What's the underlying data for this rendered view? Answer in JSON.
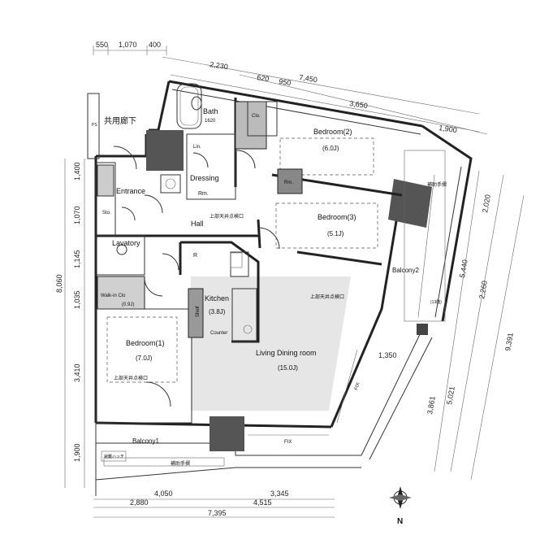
{
  "dimensions": {
    "top_row": [
      "550",
      "1,070",
      "400"
    ],
    "top_diagonal_1": [
      "2,230",
      "7,450"
    ],
    "top_diagonal_2": [
      "620",
      "950",
      "3,650"
    ],
    "top_diagonal_3": "1,900",
    "left_column": [
      "1,400",
      "1,070",
      "1,145",
      "1,035",
      "3,410",
      "1,900"
    ],
    "left_total": "8,060",
    "right_diagonal": [
      "2,020",
      "5,440",
      "2,260",
      "9,391",
      "3,861",
      "5,021"
    ],
    "inner_dim": "1,350",
    "bottom_row_1": [
      "4,050",
      "3,345"
    ],
    "bottom_row_2": [
      "2,880",
      "4,515"
    ],
    "bottom_total": "7,395"
  },
  "rooms": {
    "bath": "Bath",
    "bath_size": "1620",
    "bedroom2": "Bedroom(2)",
    "bedroom2_area": "(6.0J)",
    "bedroom3": "Bedroom(3)",
    "bedroom3_area": "(5.1J)",
    "dressing": "Dressing",
    "rm": "Rm.",
    "entrance": "Entrance",
    "hall": "Hall",
    "lavatory": "Lavatory",
    "walkin": "Walk-in Clo",
    "walkin_area": "(0.9J)",
    "kitchen": "Kitchen",
    "kitchen_area": "(3.8J)",
    "shelf": "Shelf",
    "counter": "Counter",
    "bedroom1": "Bedroom(1)",
    "bedroom1_area": "(7.0J)",
    "ldk": "Living Dining room",
    "ldk_area": "(15.0J)",
    "balcony1": "Balcony1",
    "balcony2": "Balcony2"
  },
  "notes": {
    "corridor": "共用廊下",
    "ps": "PS",
    "ceiling_hatch_1": "上部天井点検口",
    "ceiling_hatch_2": "上部天井点検口",
    "ceiling_hatch_3": "上部天井点検口",
    "handrail_1": "補助手摺",
    "handrail_2": "補助手摺",
    "emergency": "避難ハッチ",
    "fix_1": "FIX",
    "fix_2": "FIX",
    "balcony_rail": "(13階)",
    "clo": "Clo.",
    "lin": "Lin.",
    "sto": "Sto.",
    "north": "N",
    "recorded": "R"
  }
}
